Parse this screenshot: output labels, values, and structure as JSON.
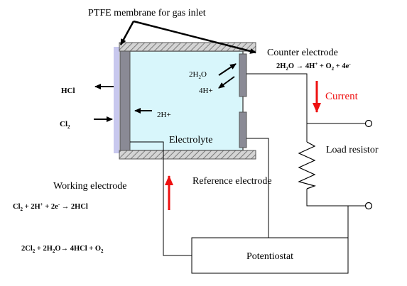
{
  "labels": {
    "ptfe": "PTFE membrane for gas inlet",
    "counter_electrode": "Counter electrode",
    "electrolyte": "Electrolyte",
    "reference_electrode": "Reference electrode",
    "working_electrode": "Working electrode",
    "load_resistor": "Load resistor",
    "current": "Current",
    "potentiostat": "Potentiostat"
  },
  "species": {
    "hcl": "HCl",
    "cl2": "Cl",
    "cl2_sub": "2",
    "two_h_plus": "2H+",
    "two_h2o": "2H",
    "two_h2o_sub": "2",
    "two_h2o_tail": "O",
    "four_h_plus": "4H+"
  },
  "equations": {
    "counter": {
      "a": "2H",
      "a_sub": "2",
      "b": "O  →  4H",
      "b_sup": "+",
      "c": " + O",
      "c_sub": "2",
      "d": " + 4e",
      "d_sup": "-"
    },
    "working": {
      "a": "Cl",
      "a_sub": "2",
      "b": " + 2H",
      "b_sup": "+",
      "c": " + 2e",
      "c_sup": "-",
      "d": " → 2HCl"
    },
    "overall": {
      "a": "2Cl",
      "a_sub": "2",
      "b": " + 2H",
      "b_sub": "2",
      "c": "O→ 4HCl + O",
      "c_sub": "2"
    }
  },
  "colors": {
    "electrolyte_fill": "#d8f6fb",
    "electrode": "#8a8a95",
    "ptfe_hatch": "#9a9a9a",
    "membrane": "#c8c8ee",
    "current_arrow": "#ee1111",
    "current_text": "#ee1111"
  }
}
